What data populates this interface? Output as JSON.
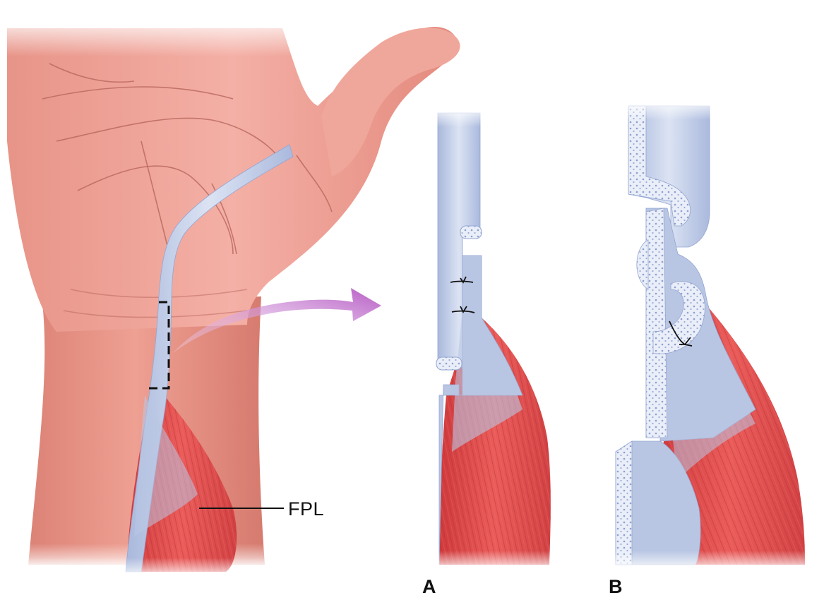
{
  "labels": {
    "fpl": "FPL",
    "panel_a": "A",
    "panel_b": "B"
  },
  "colors": {
    "skin": "#efa69c",
    "skin_dark": "#d98579",
    "tendon": "#b9c6e3",
    "tendon_light": "#dde5f4",
    "muscle": "#e04c4c",
    "muscle_dark": "#c73838",
    "arrow": "#c56fd0",
    "bone_dots": "#8f9fce"
  }
}
